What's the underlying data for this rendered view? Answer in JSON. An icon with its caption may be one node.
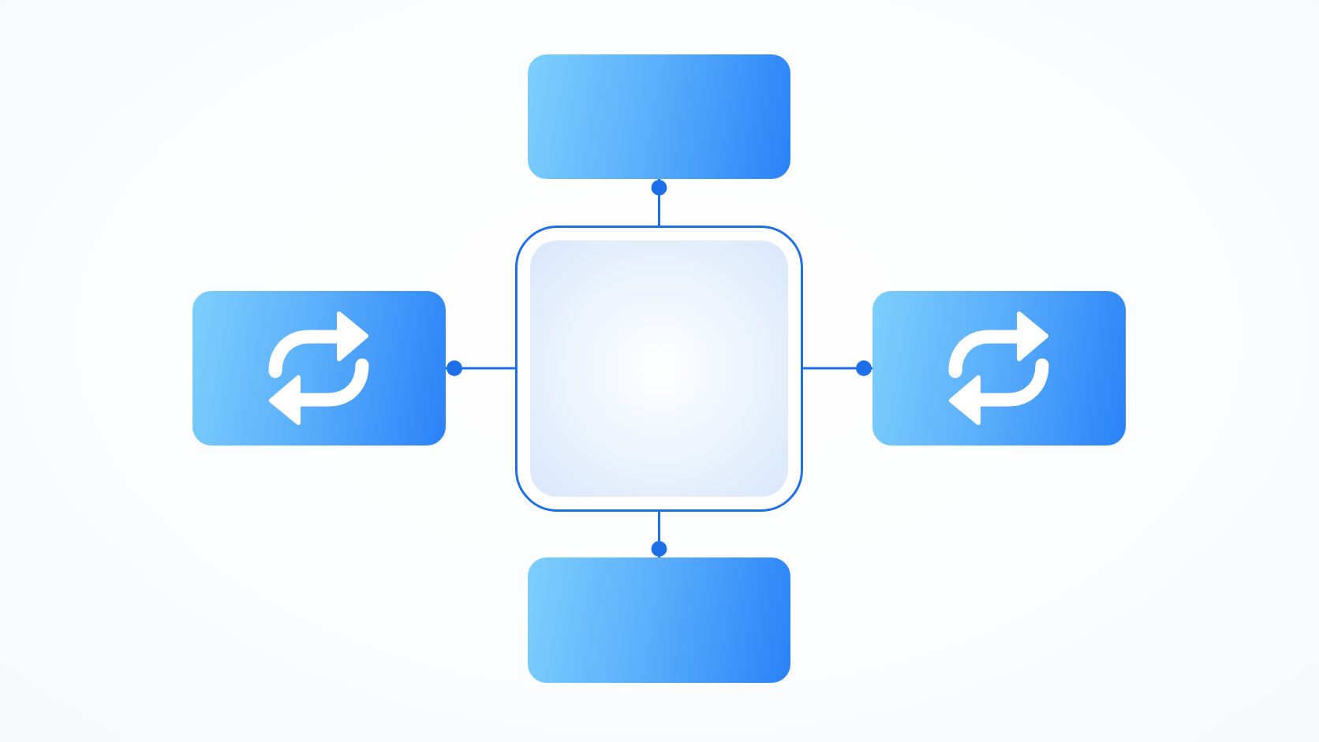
{
  "diagram": {
    "nodes": [
      {
        "text": [],
        "shape": "box"
      },
      {
        "text": [],
        "shape": "box"
      },
      {
        "text": [],
        "shape": "box"
      },
      {
        "text": [],
        "shape": "box",
        "in": 2
      },
      {
        "text": [],
        "shape": "box"
      },
      {
        "text": [],
        "shape": "box"
      }
    ],
    "edges": [
      {
        "from": 2,
        "to": 0,
        "arrow": "other"
      },
      {
        "from": 2,
        "to": 1,
        "arrow": "other"
      },
      {
        "from": 2,
        "to": 4,
        "arrow": "other"
      },
      {
        "from": 2,
        "to": 5,
        "arrow": "other"
      }
    ]
  }
}
